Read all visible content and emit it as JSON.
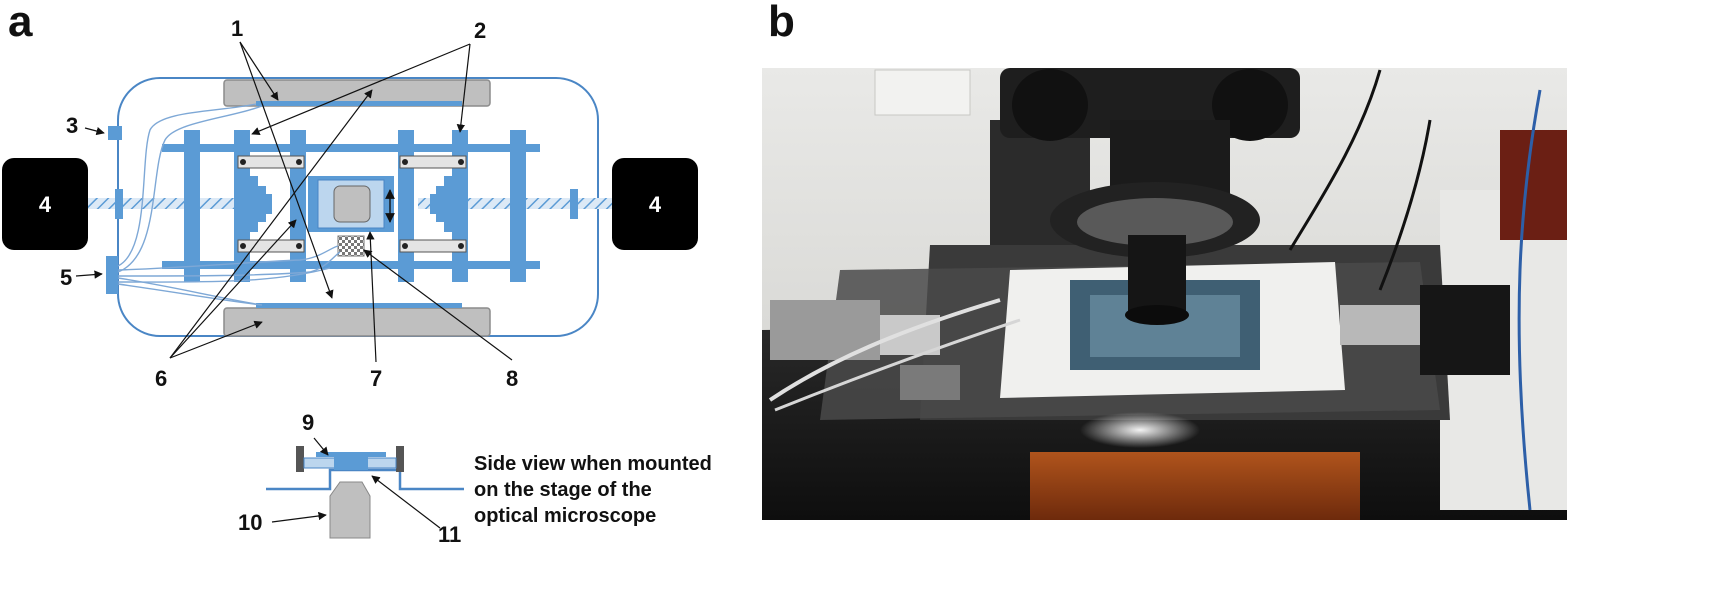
{
  "panels": {
    "a": "a",
    "b": "b"
  },
  "motor_labels": [
    "4",
    "4"
  ],
  "callouts": {
    "n1": "1",
    "n2": "2",
    "n3": "3",
    "n5": "5",
    "n6": "6",
    "n7": "7",
    "n8": "8",
    "n9": "9",
    "n10": "10",
    "n11": "11"
  },
  "side_view_caption": [
    "Side view when mounted",
    "on the stage of the",
    "optical microscope"
  ],
  "colors": {
    "frame_blue": "#5b9bd5",
    "motor_black": "#000000",
    "magnet_gray": "#bfbfbf"
  }
}
